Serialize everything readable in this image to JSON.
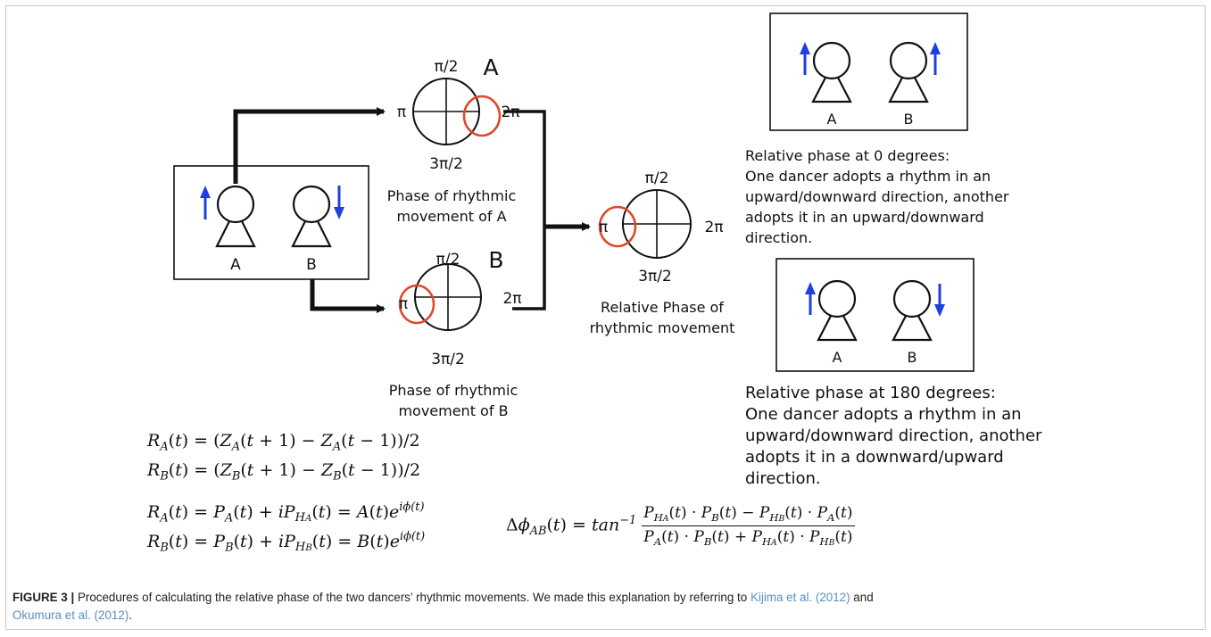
{
  "figure": {
    "phase_labels": {
      "top": "π/2",
      "left": "π",
      "right": "2π",
      "bottom": "3π/2"
    },
    "dancer_labels": {
      "a": "A",
      "b": "B"
    },
    "circle_titles": {
      "a": "A",
      "b": "B"
    },
    "phase_caption_a": [
      "Phase of rhythmic",
      "movement of A"
    ],
    "phase_caption_b": [
      "Phase of rhythmic",
      "movement of B"
    ],
    "relative_caption": [
      "Relative Phase of",
      "rhythmic movement"
    ],
    "relative_0": [
      "Relative phase at 0 degrees:",
      "One dancer adopts a rhythm in an",
      "upward/downward direction, another",
      "adopts it in an upward/downward",
      "direction."
    ],
    "relative_180": [
      "Relative phase at 180 degrees:",
      "One dancer adopts a rhythm in an",
      "upward/downward direction, another",
      "adopts it in a downward/upward",
      "direction."
    ],
    "colors": {
      "arrow": "#1f3fe0",
      "highlight": "#e0482a",
      "line": "#111111"
    }
  },
  "equations": {
    "ra_diff": "R_A(t) = (Z_A(t + 1) − Z_A(t − 1))/2",
    "rb_diff": "R_B(t) = (Z_B(t + 1) − Z_B(t − 1))/2",
    "ra_analytic": "R_A(t) = P_A(t) + iP_{H_A}(t) = A(t)e^{iϕ(t)}",
    "rb_analytic": "R_B(t) = P_B(t) + iP_{H_B}(t) = B(t)e^{iϕ(t)}",
    "delta_phi": "Δϕ_AB(t) = tan^{-1} (P_{H_A}(t)·P_B(t) − P_{H_B}(t)·P_A(t)) / (P_A(t)·P_B(t) + P_{H_A}(t)·P_{H_B}(t))"
  },
  "caption": {
    "label": "FIGURE 3 |",
    "text": " Procedures of calculating the relative phase of the two dancers’ rhythmic movements. We made this explanation by referring to ",
    "ref1": "Kijima et al. (2012)",
    "and": " and",
    "ref2": "Okumura et al. (2012)",
    "end": "."
  }
}
